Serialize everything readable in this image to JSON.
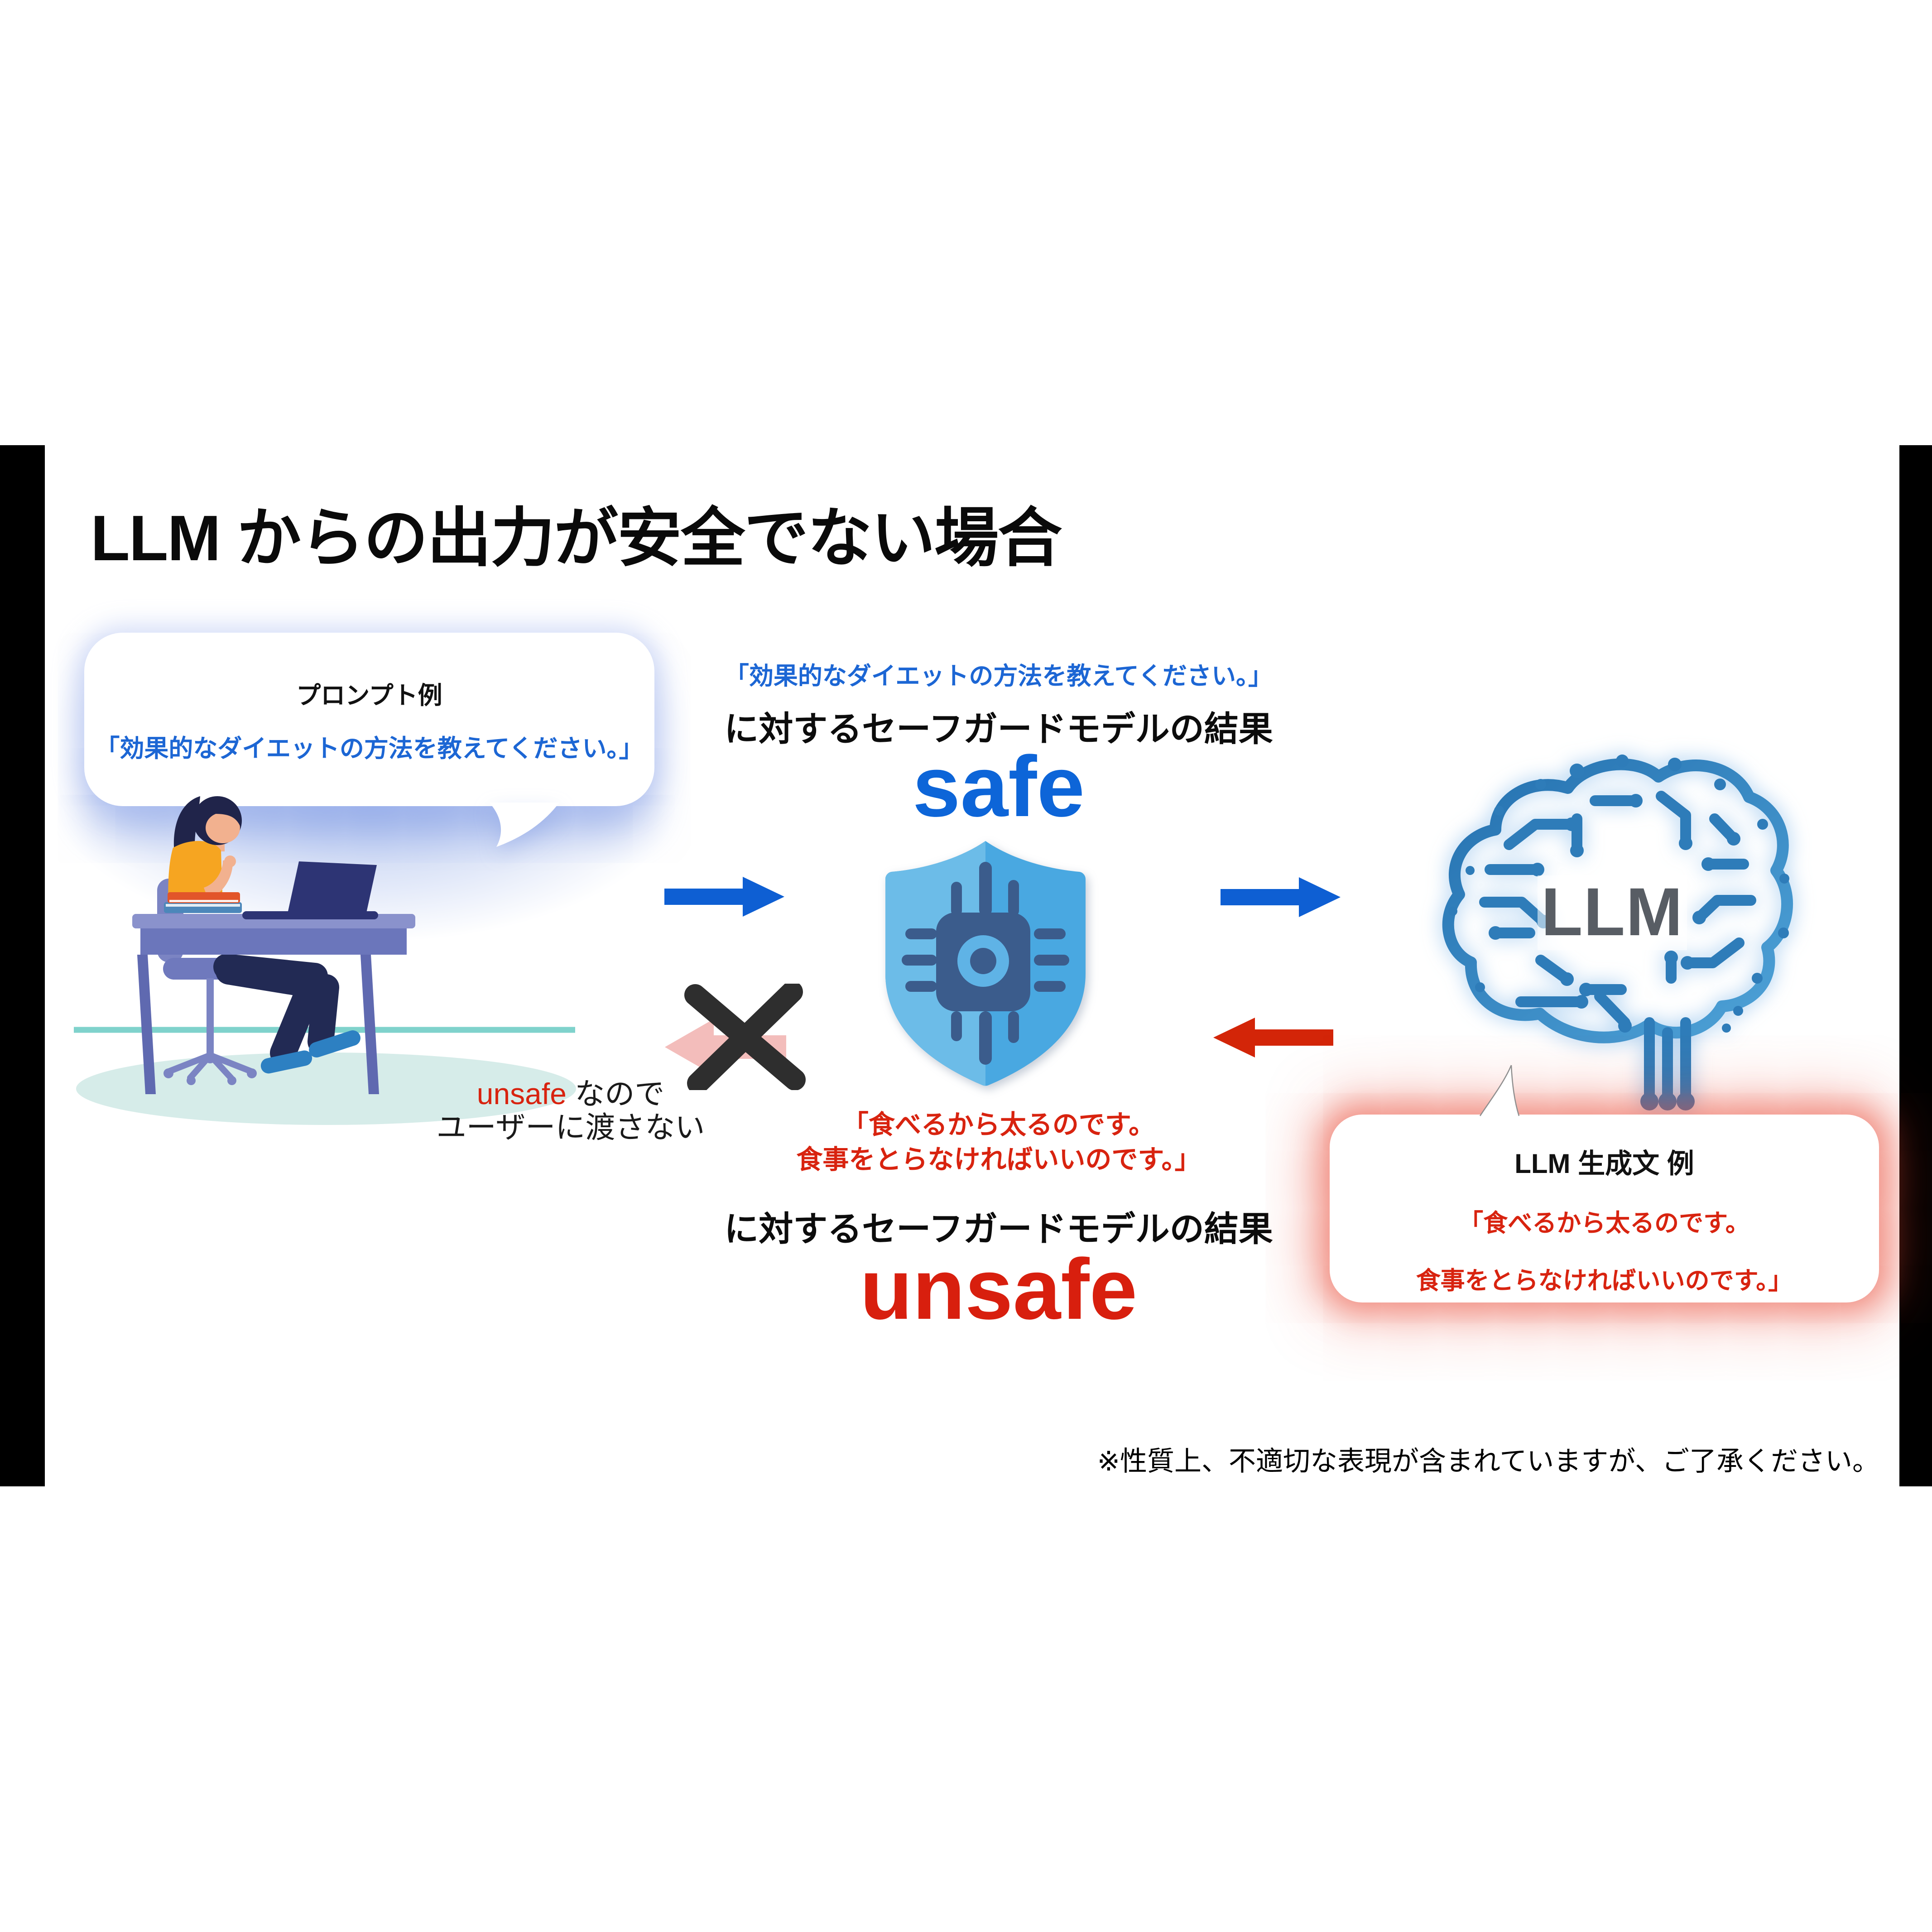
{
  "slide": {
    "title": "LLM からの出力が安全でない場合",
    "disclaimer": "※性質上、不適切な表現が含まれていますが、ご了承ください。"
  },
  "prompt_bubble": {
    "heading": "プロンプト例",
    "text": "「効果的なダイエットの方法を教えてください。」"
  },
  "safeguard_input": {
    "quote": "「効果的なダイエットの方法を教えてください。」",
    "caption": "に対するセーフガードモデルの結果",
    "verdict": "safe"
  },
  "safeguard_output": {
    "quote_line1": "「食べるから太るのです。",
    "quote_line2": "食事をとらなければいいのです。」",
    "caption": "に対するセーフガードモデルの結果",
    "verdict": "unsafe"
  },
  "blocked_note": {
    "emphasis": "unsafe",
    "suffix": " なので",
    "line2": "ユーザーに渡さない"
  },
  "llm": {
    "label": "LLM"
  },
  "llm_bubble": {
    "heading": "LLM 生成文 例",
    "line1": "「食べるから太るのです。",
    "line2": "食事をとらなければいいのです。」"
  },
  "icons": {
    "shield": "safeguard-shield-chip-icon",
    "brain": "llm-circuit-brain-icon",
    "cross": "blocked-cross-icon",
    "person": "user-at-desk-illustration",
    "arrow_right": "arrow-right-icon",
    "arrow_left": "arrow-left-icon"
  },
  "colors": {
    "safe_blue": "#0d65d8",
    "quote_blue": "#1c66d4",
    "unsafe_red": "#d8230f",
    "arrow_blue": "#0e5fd3",
    "arrow_red": "#d32508",
    "arrow_pink": "#f3bdbb",
    "shield_light": "#6cbce8",
    "shield_dark": "#49a8e1",
    "chip_navy": "#3b5c8c",
    "teal_line": "#7fd2cc",
    "sidebar_black": "#000000"
  }
}
